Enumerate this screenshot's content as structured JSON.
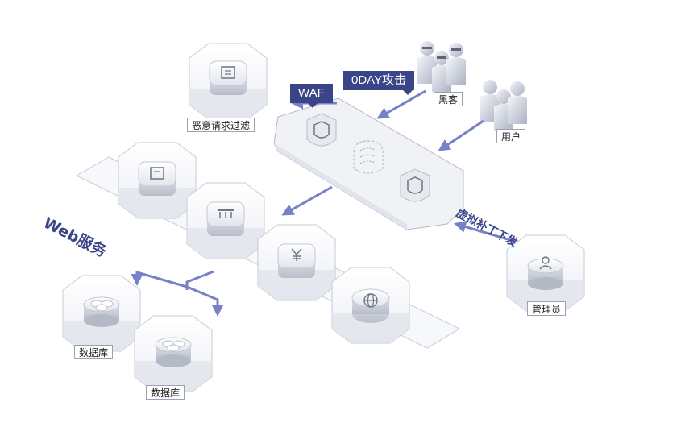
{
  "labels": {
    "filter": "恶意请求过滤",
    "waf": "WAF",
    "zeroday": "0DAY攻击",
    "hacker": "黑客",
    "user": "用户",
    "web": "Web服务",
    "patch": "虚拟补丁下发",
    "admin": "管理员",
    "db1": "数据库",
    "db2": "数据库"
  },
  "colors": {
    "accent": "#3a4587",
    "arrow": "#7880c6",
    "outline": "#b9bfcc",
    "panel": "#f3f4f8"
  }
}
